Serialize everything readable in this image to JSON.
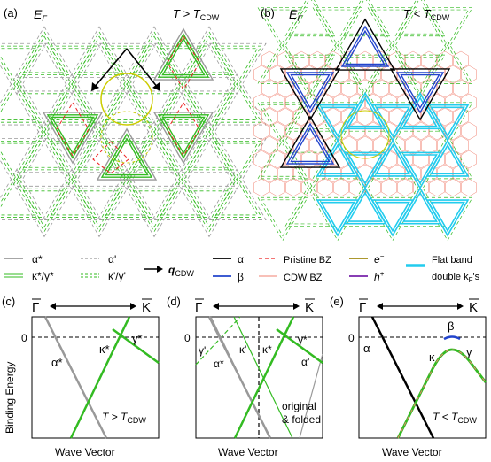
{
  "panels": {
    "a": {
      "tag": "(a)",
      "ef": "E",
      "ef_sub": "F",
      "temp": "T > T",
      "temp_sub": "CDW"
    },
    "b": {
      "tag": "(b)",
      "ef": "E",
      "ef_sub": "F",
      "temp": "T < T",
      "temp_sub": "CDW"
    },
    "c": {
      "tag": "(c)",
      "gamma": "Γ",
      "k": "K",
      "zero": "0",
      "labels": [
        "α*",
        "κ*",
        "γ*"
      ],
      "temp": "T > T",
      "temp_sub": "CDW",
      "xlabel": "Wave Vector"
    },
    "d": {
      "tag": "(d)",
      "gamma": "Γ",
      "k": "K",
      "zero": "0",
      "labels": [
        "γ'",
        "α*",
        "κ'",
        "κ*",
        "γ*",
        "α'"
      ],
      "note_line1": "original",
      "note_line2": "& folded",
      "xlabel": "Wave Vector"
    },
    "e": {
      "tag": "(e)",
      "gamma": "Γ",
      "k": "K",
      "zero": "0",
      "labels": [
        "α",
        "β",
        "κ",
        "γ"
      ],
      "temp": "T < T",
      "temp_sub": "CDW",
      "xlabel": "Wave Vector"
    }
  },
  "ylabel": "Binding Energy",
  "legend": {
    "alpha_star": "α*",
    "kappa_gamma_star": "κ*/γ*",
    "alpha_prime": "α'",
    "kappa_gamma_prime": "κ'/γ'",
    "q": "q",
    "q_sub": "CDW",
    "alpha": "α",
    "beta": "β",
    "pristine_bz": "Pristine BZ",
    "cdw_bz": "CDW BZ",
    "electron": "e",
    "electron_sup": "−",
    "hole": "h",
    "hole_sup": "+",
    "flat_band_1": "Flat band",
    "flat_band_2": "double k",
    "flat_band_sub": "F",
    "flat_band_3": "'s"
  },
  "colors": {
    "gray": "#999999",
    "green": "#33bb22",
    "black": "#000000",
    "blue": "#2244cc",
    "red": "#ee2222",
    "salmon": "#f08070",
    "olive": "#a08a10",
    "purple": "#7722aa",
    "cyan": "#22ccee",
    "yellow": "#cccc00"
  }
}
